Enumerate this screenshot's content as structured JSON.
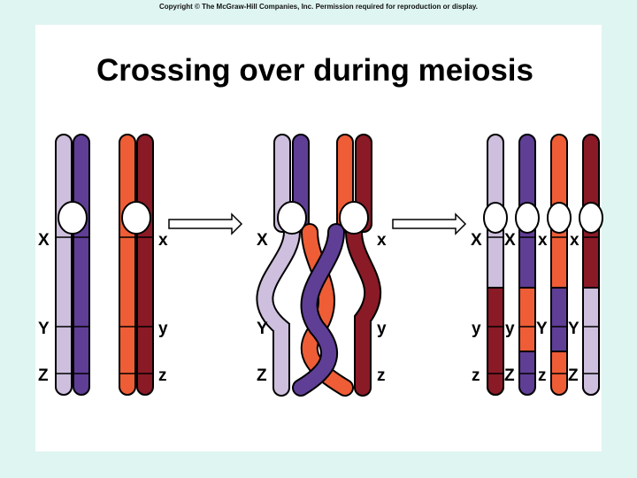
{
  "copyright": "Copyright © The McGraw-Hill Companies, Inc. Permission required for reproduction or display.",
  "title": "Crossing over during meiosis",
  "colors": {
    "light_purple": "#cdbfdd",
    "dark_purple": "#5f3e96",
    "orange": "#ee5d36",
    "dark_red": "#8a1a26",
    "background": "#dff5f1"
  },
  "labels": {
    "stage1": {
      "left": [
        "X",
        "Y",
        "Z"
      ],
      "right": [
        "x",
        "y",
        "z"
      ]
    },
    "stage2": {
      "left": [
        "X",
        "Y",
        "Z"
      ],
      "right": [
        "x",
        "y",
        "z"
      ]
    },
    "stage3": {
      "c1": [
        "X",
        "y",
        "z"
      ],
      "c2": [
        "X",
        "y",
        "Z"
      ],
      "c3": [
        "x",
        "Y",
        "z"
      ],
      "c4": [
        "x",
        "Y",
        "Z"
      ]
    }
  }
}
